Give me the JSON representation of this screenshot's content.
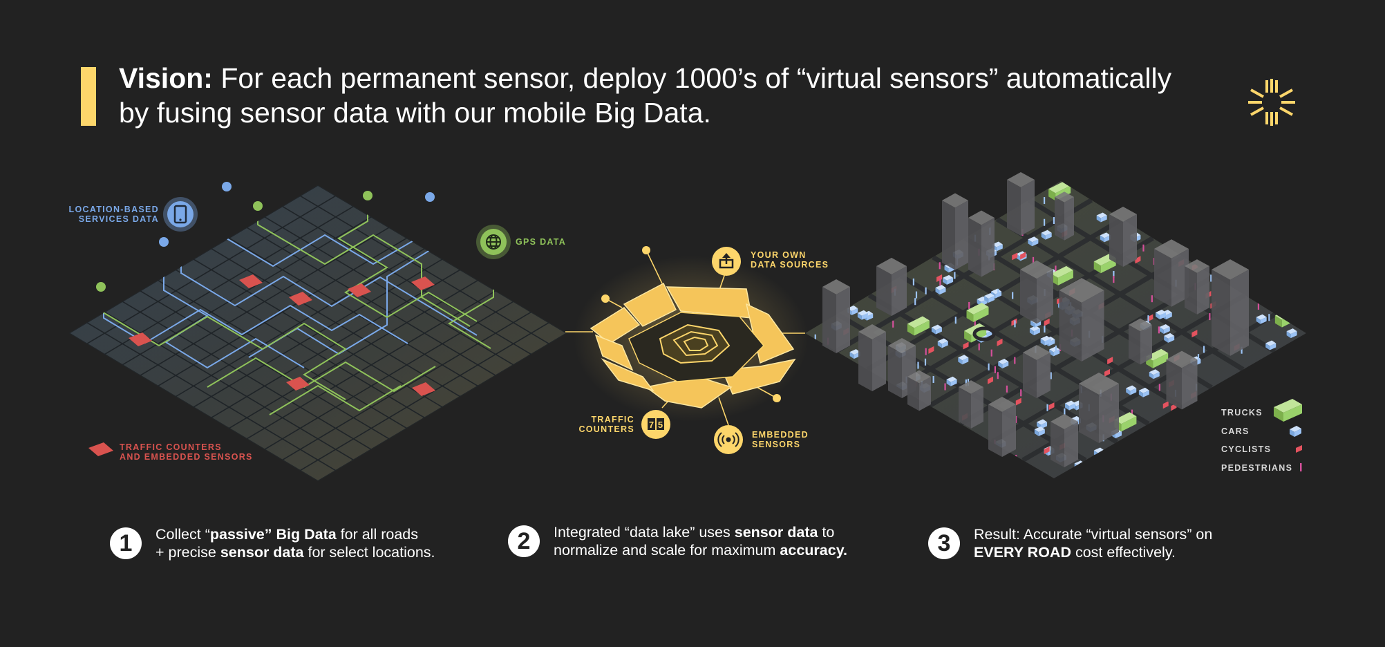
{
  "header": {
    "lead": "Vision:",
    "line1": "For each permanent sensor, deploy 1000’s of “virtual sensors” automatically",
    "line2": "by fusing sensor data with our mobile Big Data."
  },
  "colors": {
    "accent_yellow": "#fdd66b",
    "blue": "#7aa8e8",
    "green": "#8fc25a",
    "red": "#d9534f",
    "background": "#222222"
  },
  "left_panel": {
    "location_label_1": "LOCATION-BASED",
    "location_label_2": "SERVICES DATA",
    "gps_label": "GPS DATA",
    "traffic_label_1": "TRAFFIC COUNTERS",
    "traffic_label_2": "AND EMBEDDED SENSORS",
    "location_icon": "smartphone-icon",
    "gps_icon": "globe-icon"
  },
  "center_panel": {
    "own_sources_1": "YOUR OWN",
    "own_sources_2": "DATA SOURCES",
    "traffic_counters_1": "TRAFFIC",
    "traffic_counters_2": "COUNTERS",
    "embedded_1": "EMBEDDED",
    "embedded_2": "SENSORS",
    "counter_digit_1": "7",
    "counter_digit_2": "5",
    "upload_icon": "upload-icon",
    "counter_icon": "counter-icon",
    "broadcast_icon": "broadcast-icon"
  },
  "right_panel": {
    "legend": [
      {
        "label": "TRUCKS",
        "color": "#9ad26b"
      },
      {
        "label": "CARS",
        "color": "#9cc3f5"
      },
      {
        "label": "CYCLISTS",
        "color": "#e4535f"
      },
      {
        "label": "PEDESTRIANS",
        "color": "#d4509a"
      }
    ]
  },
  "steps": [
    {
      "number": "1",
      "l1_a": "Collect “",
      "l1_b": "passive” Big Data",
      "l1_c": " for all roads",
      "l2_a": "+ precise ",
      "l2_b": "sensor data",
      "l2_c": " for select locations."
    },
    {
      "number": "2",
      "l1_a": "Integrated “data lake” uses ",
      "l1_b": "sensor data",
      "l1_c": " to",
      "l2_a": "normalize and scale for maximum ",
      "l2_b": "accuracy.",
      "l2_c": ""
    },
    {
      "number": "3",
      "l1_a": "Result: Accurate “virtual sensors” on",
      "l1_b": "",
      "l1_c": "",
      "l2_a": "",
      "l2_b": "EVERY ROAD",
      "l2_c": " cost effectively."
    }
  ]
}
